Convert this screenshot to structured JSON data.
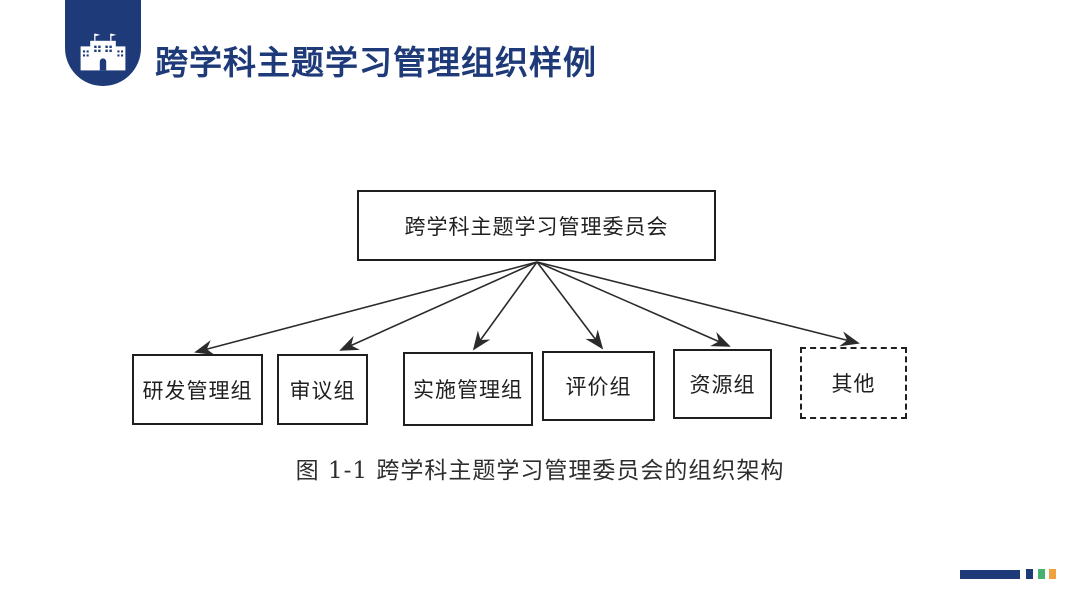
{
  "header": {
    "title": "跨学科主题学习管理组织样例",
    "title_color": "#1e3a78",
    "badge": {
      "icon": "school-building-icon",
      "color": "#1e3a78"
    }
  },
  "diagram": {
    "root": {
      "label": "跨学科主题学习管理委员会",
      "border": "solid"
    },
    "children": [
      {
        "label": "研发管理组",
        "border": "solid"
      },
      {
        "label": "审议组",
        "border": "solid"
      },
      {
        "label": "实施管理组",
        "border": "solid"
      },
      {
        "label": "评价组",
        "border": "solid"
      },
      {
        "label": "资源组",
        "border": "solid"
      },
      {
        "label": "其他",
        "border": "dashed"
      }
    ],
    "caption": "图 1-1 跨学科主题学习管理委员会的组织架构"
  },
  "footer": {
    "bar_color": "#1f3a78",
    "squares": [
      {
        "name": "navy-square",
        "color": "#1f3a78"
      },
      {
        "name": "green-square",
        "color": "#44b271"
      },
      {
        "name": "orange-square",
        "color": "#f0a23e"
      }
    ]
  }
}
